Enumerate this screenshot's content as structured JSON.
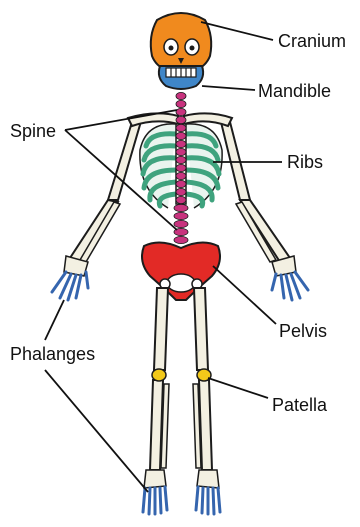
{
  "labels": {
    "cranium": "Cranium",
    "mandible": "Mandible",
    "spine": "Spine",
    "ribs": "Ribs",
    "pelvis": "Pelvis",
    "phalanges": "Phalanges",
    "patella": "Patella"
  },
  "colors": {
    "cranium": "#F08A1E",
    "mandible": "#3F86C8",
    "spine": "#C8337E",
    "ribs": "#3FA37E",
    "pelvis": "#E22A26",
    "patella": "#F2C91A",
    "bone": "#F3F0E2",
    "phalanges": "#3565AE",
    "outline": "#1c1c1c"
  }
}
